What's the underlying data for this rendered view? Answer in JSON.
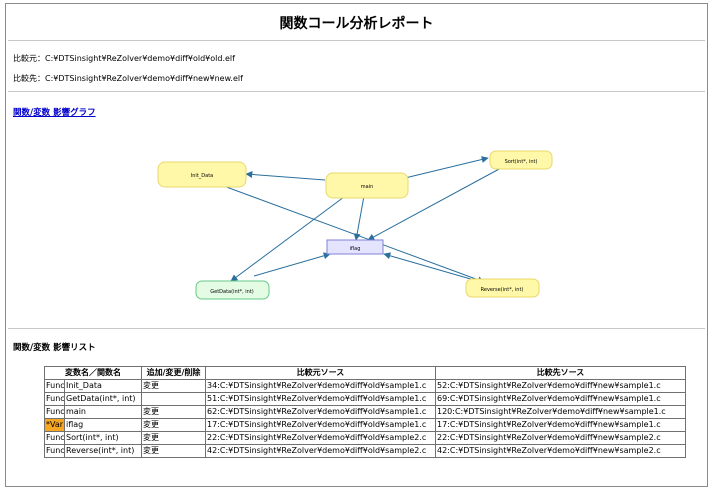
{
  "report": {
    "title": "関数コール分析レポート",
    "compare_source": "比較元：C:¥DTSinsight¥ReZolver¥demo¥diff¥old¥old.elf",
    "compare_target": "比較先：C:¥DTSinsight¥ReZolver¥demo¥diff¥new¥new.elf",
    "graph_link": "関数/変数 影響グラフ",
    "list_heading": "関数/変数 影響リスト"
  },
  "graph": {
    "nodes": [
      {
        "id": "init",
        "label": "Init_Data"
      },
      {
        "id": "main",
        "label": "main"
      },
      {
        "id": "sort",
        "label": "Sort(int*, int)"
      },
      {
        "id": "iflag",
        "label": "iflag"
      },
      {
        "id": "getdata",
        "label": "GetData(int*, int)"
      },
      {
        "id": "reverse",
        "label": "Reverse(int*, int)"
      }
    ],
    "colors": {
      "func_fill": "#fff8a8",
      "func_stroke": "#e8d86a",
      "var_fill": "#e4e4ff",
      "var_stroke": "#8080d8",
      "green_fill": "#e4fbe4",
      "green_stroke": "#66c888",
      "edge": "#2a6f9e"
    }
  },
  "table": {
    "headers": [
      "変数名／関数名",
      "追加/変更/削除",
      "比較元ソース",
      "比較先ソース"
    ],
    "rows": [
      {
        "kind": "Func",
        "name": "Init_Data",
        "change": "変更",
        "src": "34:C:¥DTSinsight¥ReZolver¥demo¥diff¥old¥sample1.c",
        "dst": "52:C:¥DTSinsight¥ReZolver¥demo¥diff¥new¥sample1.c"
      },
      {
        "kind": "Func",
        "name": "GetData(int*, int)",
        "change": "",
        "src": "51:C:¥DTSinsight¥ReZolver¥demo¥diff¥old¥sample1.c",
        "dst": "69:C:¥DTSinsight¥ReZolver¥demo¥diff¥new¥sample1.c"
      },
      {
        "kind": "Func",
        "name": "main",
        "change": "変更",
        "src": "62:C:¥DTSinsight¥ReZolver¥demo¥diff¥old¥sample1.c",
        "dst": "120:C:¥DTSinsight¥ReZolver¥demo¥diff¥new¥sample1.c"
      },
      {
        "kind": "*Var",
        "name": "iflag",
        "change": "変更",
        "src": "17:C:¥DTSinsight¥ReZolver¥demo¥diff¥old¥sample1.c",
        "dst": "17:C:¥DTSinsight¥ReZolver¥demo¥diff¥new¥sample1.c"
      },
      {
        "kind": "Func",
        "name": "Sort(int*, int)",
        "change": "変更",
        "src": "22:C:¥DTSinsight¥ReZolver¥demo¥diff¥old¥sample2.c",
        "dst": "22:C:¥DTSinsight¥ReZolver¥demo¥diff¥new¥sample2.c"
      },
      {
        "kind": "Func",
        "name": "Reverse(int*, int)",
        "change": "変更",
        "src": "42:C:¥DTSinsight¥ReZolver¥demo¥diff¥old¥sample2.c",
        "dst": "42:C:¥DTSinsight¥ReZolver¥demo¥diff¥new¥sample2.c"
      }
    ],
    "highlight_color": "#f5a623"
  }
}
